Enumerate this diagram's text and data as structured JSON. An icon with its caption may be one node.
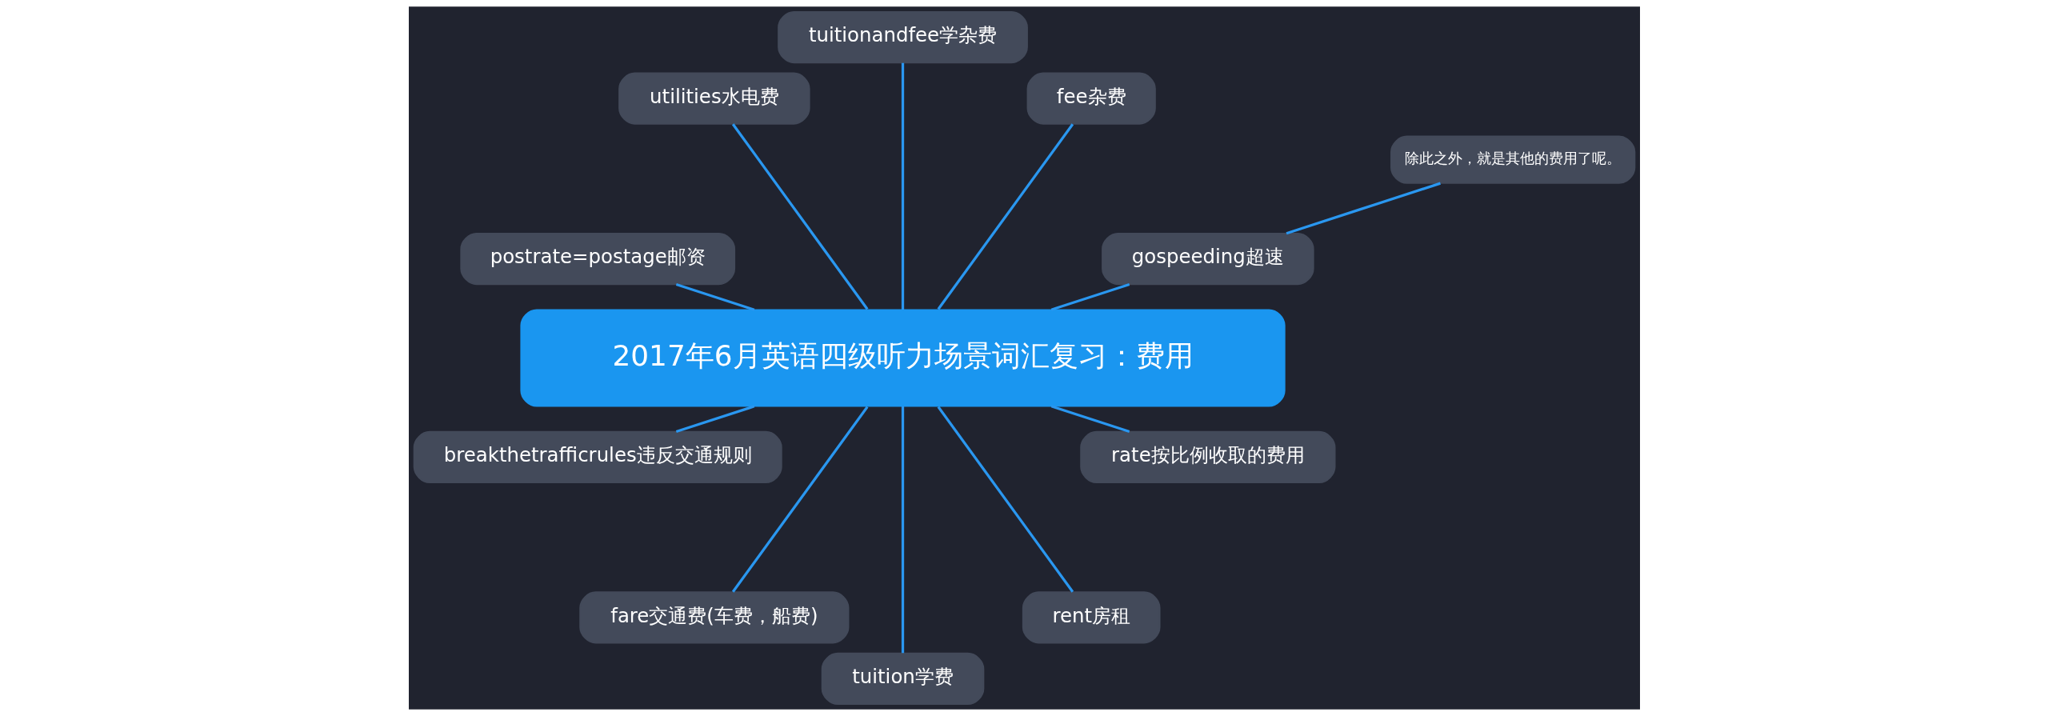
{
  "diagram": {
    "nodes": [
      {
        "text": [
          "2017年6月英语四级听力场景词汇复习：费用"
        ]
      },
      {
        "text": [
          "gospeeding超速"
        ]
      },
      {
        "text": [
          "除此之外，就是其他的费用了呢。"
        ]
      },
      {
        "text": [
          "fee杂费"
        ]
      },
      {
        "text": [
          "tuitionandfee学杂费"
        ]
      },
      {
        "text": [
          "utilities水电费"
        ]
      },
      {
        "text": [
          "postrate=postage邮资"
        ]
      },
      {
        "text": [
          "breakthetrafficrules违反交通规则"
        ]
      },
      {
        "text": [
          "fare交通费(车费，船费)"
        ]
      },
      {
        "text": [
          "tuition学费"
        ]
      },
      {
        "text": [
          "rent房租"
        ]
      },
      {
        "text": [
          "rate按比例收取的费用"
        ]
      }
    ],
    "edges": [
      {
        "from": 0,
        "to": 1,
        "arrow": "none"
      },
      {
        "from": 1,
        "to": 2,
        "arrow": "none"
      },
      {
        "from": 0,
        "to": 3,
        "arrow": "none"
      },
      {
        "from": 0,
        "to": 4,
        "arrow": "none"
      },
      {
        "from": 0,
        "to": 5,
        "arrow": "none"
      },
      {
        "from": 0,
        "to": 6,
        "arrow": "none"
      },
      {
        "from": 0,
        "to": 7,
        "arrow": "none"
      },
      {
        "from": 0,
        "to": 8,
        "arrow": "none"
      },
      {
        "from": 0,
        "to": 9,
        "arrow": "none"
      },
      {
        "from": 0,
        "to": 10,
        "arrow": "none"
      },
      {
        "from": 0,
        "to": 11,
        "arrow": "none"
      }
    ]
  }
}
